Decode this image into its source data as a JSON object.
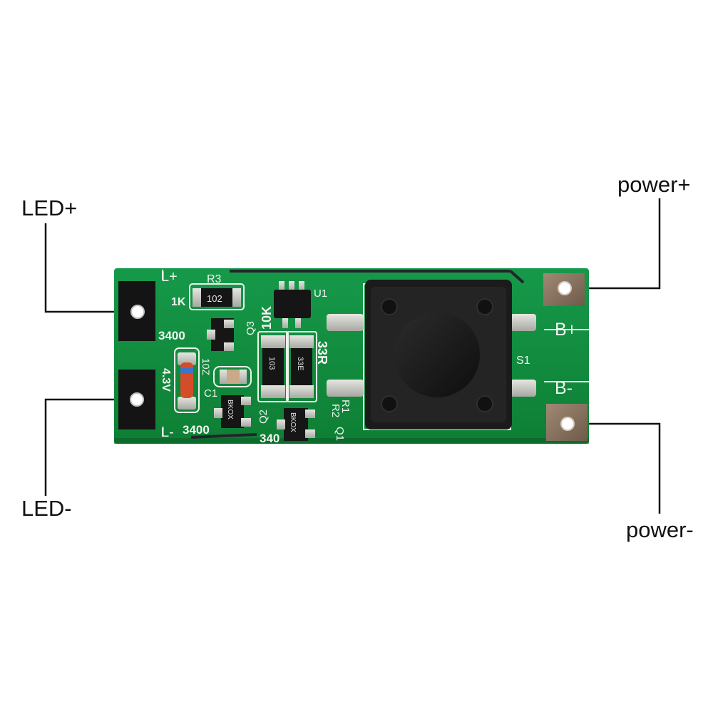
{
  "callouts": {
    "led_plus": "LED+",
    "led_minus": "LED-",
    "power_plus": "power+",
    "power_minus": "power-"
  },
  "silkscreen": {
    "l_plus": "L+",
    "l_minus": "L-",
    "r3": "R3",
    "u1": "U1",
    "k1": "1K",
    "q3": "Q3",
    "k10": "10K",
    "r33": "33R",
    "s1": "S1",
    "b_plus": "B+",
    "b_minus": "B-",
    "code_3400_top": "3400",
    "code_3400_bottom": "3400",
    "code_340": "340",
    "v43": "4.3V",
    "c1": "C1",
    "z10": "10Z",
    "q2": "Q2",
    "r1": "R1",
    "r2": "R2",
    "q1": "Q1"
  },
  "components": {
    "resistor_r3": "102",
    "resistor_103": "103",
    "resistor_33e": "33E",
    "transistor_code_left": "BKOX",
    "transistor_code_right": "BKOX"
  },
  "colors": {
    "pcb": "#128a3a",
    "pcb_dark": "#0b6b2b",
    "silk": "#f1f5ef",
    "pad_copper": "#8a7360",
    "solder": "#c9c9c4",
    "button_body": "#1c1c1c",
    "button_cap": "#141414",
    "line": "#111111"
  }
}
